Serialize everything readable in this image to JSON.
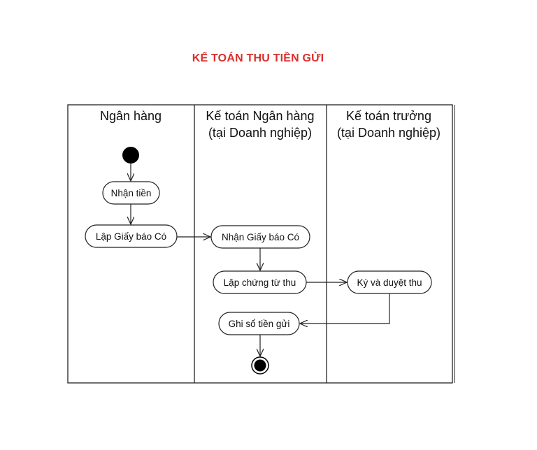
{
  "title": "KẾ TOÁN THU TIỀN GỬI",
  "lanes": [
    {
      "line1": "Ngân hàng",
      "line2": ""
    },
    {
      "line1": "Kế toán Ngân hàng",
      "line2": "(tại Doanh nghiệp)"
    },
    {
      "line1": "Kế toán trưởng",
      "line2": "(tại Doanh nghiệp)"
    }
  ],
  "actions": {
    "receive_money": "Nhận tiền",
    "create_credit_note": "Lập Giấy báo Có",
    "receive_credit_note": "Nhận Giấy báo Có",
    "create_receipt_voucher": "Lập chứng từ thu",
    "sign_approve": "Ký và duyệt thu",
    "record_deposit_book": "Ghi sổ tiền gửi"
  },
  "colors": {
    "title": "#d9302c",
    "stroke": "#222222"
  }
}
